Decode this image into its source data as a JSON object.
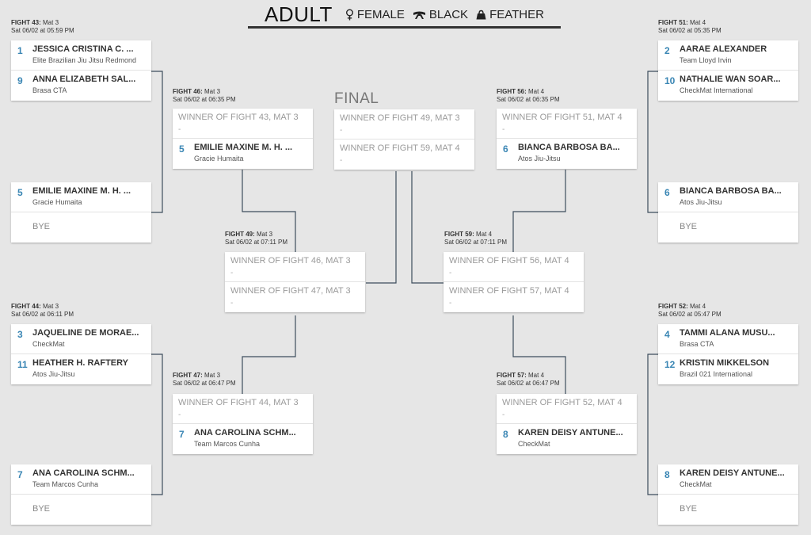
{
  "header": {
    "title": "ADULT",
    "gender": "FEMALE",
    "belt": "BLACK",
    "weight": "FEATHER"
  },
  "final_title": "FINAL",
  "labels": {
    "f43": {
      "fight": "FIGHT 43:",
      "mat": "Mat 3",
      "time": "Sat 06/02 at 05:59 PM"
    },
    "f44": {
      "fight": "FIGHT 44:",
      "mat": "Mat 3",
      "time": "Sat 06/02 at 06:11 PM"
    },
    "f51": {
      "fight": "FIGHT 51:",
      "mat": "Mat 4",
      "time": "Sat 06/02 at 05:35 PM"
    },
    "f52": {
      "fight": "FIGHT 52:",
      "mat": "Mat 4",
      "time": "Sat 06/02 at 05:47 PM"
    },
    "f46": {
      "fight": "FIGHT 46:",
      "mat": "Mat 3",
      "time": "Sat 06/02 at 06:35 PM"
    },
    "f47": {
      "fight": "FIGHT 47:",
      "mat": "Mat 3",
      "time": "Sat 06/02 at 06:47 PM"
    },
    "f56": {
      "fight": "FIGHT 56:",
      "mat": "Mat 4",
      "time": "Sat 06/02 at 06:35 PM"
    },
    "f57": {
      "fight": "FIGHT 57:",
      "mat": "Mat 4",
      "time": "Sat 06/02 at 06:47 PM"
    },
    "f49": {
      "fight": "FIGHT 49:",
      "mat": "Mat 3",
      "time": "Sat 06/02 at 07:11 PM"
    },
    "f59": {
      "fight": "FIGHT 59:",
      "mat": "Mat 4",
      "time": "Sat 06/02 at 07:11 PM"
    }
  },
  "fights": {
    "f43": [
      {
        "seed": "1",
        "name": "JESSICA CRISTINA C. ...",
        "team": "Elite Brazilian Jiu Jitsu Redmond"
      },
      {
        "seed": "9",
        "name": "ANNA ELIZABETH SAL...",
        "team": "Brasa CTA"
      }
    ],
    "f45": [
      {
        "seed": "5",
        "name": "EMILIE MAXINE M. H. ...",
        "team": "Gracie Humaita"
      },
      {
        "bye": "BYE"
      }
    ],
    "f44": [
      {
        "seed": "3",
        "name": "JAQUELINE DE MORAE...",
        "team": "CheckMat"
      },
      {
        "seed": "11",
        "name": "HEATHER H. RAFTERY",
        "team": "Atos Jiu-Jitsu"
      }
    ],
    "f48": [
      {
        "seed": "7",
        "name": "ANA CAROLINA SCHM...",
        "team": "Team Marcos Cunha"
      },
      {
        "bye": "BYE"
      }
    ],
    "f51": [
      {
        "seed": "2",
        "name": "AARAE ALEXANDER",
        "team": "Team Lloyd Irvin"
      },
      {
        "seed": "10",
        "name": "NATHALIE WAN SOAR...",
        "team": "CheckMat International"
      }
    ],
    "f53": [
      {
        "seed": "6",
        "name": "BIANCA BARBOSA BA...",
        "team": "Atos Jiu-Jitsu"
      },
      {
        "bye": "BYE"
      }
    ],
    "f52": [
      {
        "seed": "4",
        "name": "TAMMI ALANA MUSU...",
        "team": "Brasa CTA"
      },
      {
        "seed": "12",
        "name": "KRISTIN MIKKELSON",
        "team": "Brazil 021 International"
      }
    ],
    "f54": [
      {
        "seed": "8",
        "name": "KAREN DEISY ANTUNE...",
        "team": "CheckMat"
      },
      {
        "bye": "BYE"
      }
    ],
    "f46": [
      {
        "pending": "WINNER OF FIGHT 43, MAT 3",
        "dash": "-"
      },
      {
        "seed": "5",
        "name": "EMILIE MAXINE M. H. ...",
        "team": "Gracie Humaita"
      }
    ],
    "f47": [
      {
        "pending": "WINNER OF FIGHT 44, MAT 3",
        "dash": "-"
      },
      {
        "seed": "7",
        "name": "ANA CAROLINA SCHM...",
        "team": "Team Marcos Cunha"
      }
    ],
    "f56": [
      {
        "pending": "WINNER OF FIGHT 51, MAT 4",
        "dash": "-"
      },
      {
        "seed": "6",
        "name": "BIANCA BARBOSA BA...",
        "team": "Atos Jiu-Jitsu"
      }
    ],
    "f57": [
      {
        "pending": "WINNER OF FIGHT 52, MAT 4",
        "dash": "-"
      },
      {
        "seed": "8",
        "name": "KAREN DEISY ANTUNE...",
        "team": "CheckMat"
      }
    ],
    "f49": [
      {
        "pending": "WINNER OF FIGHT 46, MAT 3",
        "dash": "-"
      },
      {
        "pending": "WINNER OF FIGHT 47, MAT 3",
        "dash": "-"
      }
    ],
    "f59": [
      {
        "pending": "WINNER OF FIGHT 56, MAT 4",
        "dash": "-"
      },
      {
        "pending": "WINNER OF FIGHT 57, MAT 4",
        "dash": "-"
      }
    ],
    "final": [
      {
        "pending": "WINNER OF FIGHT 49, MAT 3",
        "dash": "-"
      },
      {
        "pending": "WINNER OF FIGHT 59, MAT 4",
        "dash": "-"
      }
    ]
  }
}
